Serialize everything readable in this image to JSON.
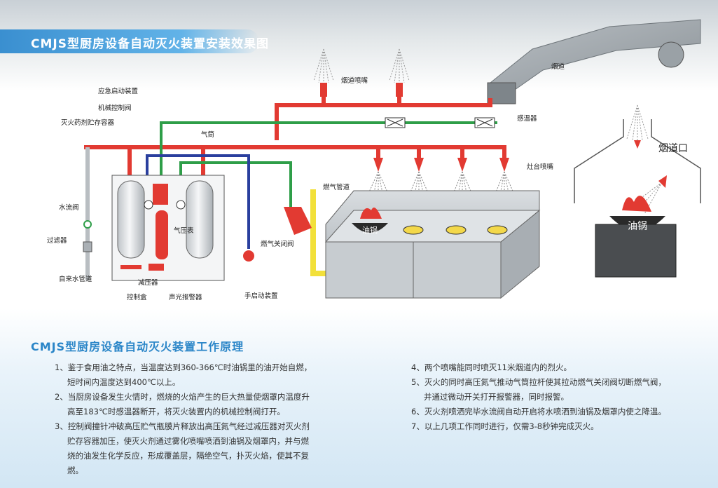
{
  "header": {
    "title": "CMJS型厨房设备自动灭火装置安装效果图"
  },
  "labels": {
    "emergency_start": "应急启动装置",
    "mechanical_valve": "机械控制阀",
    "agent_tank": "灭火药剂贮存容器",
    "gas_cylinder": "气筒",
    "water_valve": "水流阀",
    "filter": "过滤器",
    "tap_water_pipe": "自来水管道",
    "pressure_reducer": "减压器",
    "control_box": "控制盒",
    "alarm": "声光报警器",
    "pressure_gauge": "气压表",
    "gas_pipe": "燃气管道",
    "gas_shutoff_valve": "燃气关闭阀",
    "manual_start": "手启动装置",
    "duct_nozzle": "烟道喷嘴",
    "duct": "烟道",
    "heat_sensor": "感温器",
    "stove_nozzle": "灶台喷嘴",
    "duct_outlet": "烟道口",
    "wok": "油锅",
    "wok2": "油锅"
  },
  "principle": {
    "title": "CMJS型厨房设备自动灭火装置工作原理",
    "left": [
      "1、鉴于食用油之特点，当温度达到360-366℃时油锅里的油开始自燃，",
      "短时间内温度达到400℃以上。",
      "2、当厨房设备发生火情时，燃烧的火焰产生的巨大热量使烟罩内温度升",
      "高至183℃时感温器断开，将灭火装置内的机械控制阀打开。",
      "3、控制阀撞针冲破高压贮气瓶膜片释放出高压氮气经过减压器对灭火剂",
      "贮存容器加压，使灭火剂通过雾化喷嘴喷洒到油锅及烟罩内，并与燃",
      "烧的油发生化学反应，形成覆盖层，隔绝空气，扑灭火焰，使其不复",
      "燃。"
    ],
    "right": [
      "4、两个喷嘴能同时喷灭11米烟道内的烈火。",
      "5、灭火的同时高压氮气推动气筒拉杆使其拉动燃气关闭阀切断燃气阀，",
      "并通过微动开关打开报警器，同时报警。",
      "6、灭火剂喷洒完毕水流阀自动开启将水喷洒到油锅及烟罩内使之降温。",
      "7、以上几项工作同时进行，仅需3-8秒钟完成灭火。"
    ]
  },
  "colors": {
    "agent_pipe": "#e23a32",
    "gas_line": "#2e9e48",
    "control_line": "#2a3f9e",
    "gas_supply": "#f2e03a",
    "banner": "#3a8fd0",
    "title_blue": "#2b86c8"
  }
}
